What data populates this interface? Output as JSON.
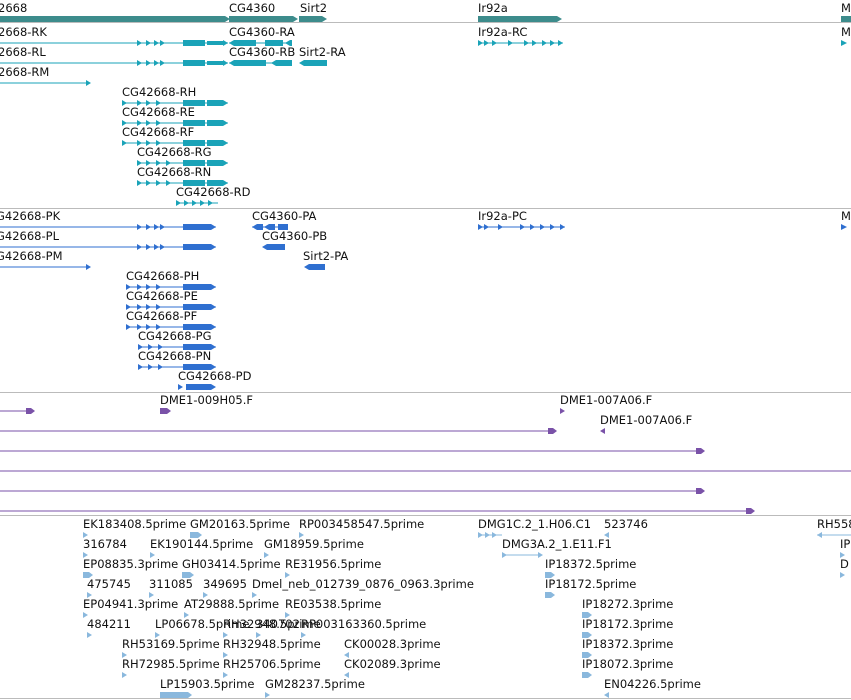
{
  "colors": {
    "gene": "#3d8c8c",
    "transcript_flybase": "#1aa3b8",
    "transcript_refseq": "#2f6fd0",
    "clone_end": "#7a52a8",
    "est": "#8ab8dd",
    "separator": "#bbbbbb",
    "label": "#111111"
  },
  "tracks": {
    "genes": {
      "features": [
        {
          "label": "2668",
          "strand": "+"
        },
        {
          "label": "CG4360",
          "strand": "+"
        },
        {
          "label": "Sirt2",
          "strand": "+"
        },
        {
          "label": "Ir92a",
          "strand": "+"
        },
        {
          "label": "M",
          "strand": "+"
        }
      ]
    },
    "transcripts_a": {
      "features": [
        {
          "label": "2668-RK",
          "strand": "+"
        },
        {
          "label": "CG4360-RA",
          "strand": "-"
        },
        {
          "label": "Ir92a-RC",
          "strand": "+"
        },
        {
          "label": "M",
          "strand": "+"
        },
        {
          "label": "2668-RL",
          "strand": "+"
        },
        {
          "label": "CG4360-RB",
          "strand": "-"
        },
        {
          "label": "Sirt2-RA",
          "strand": "-"
        },
        {
          "label": "2668-RM",
          "strand": "+"
        },
        {
          "label": "CG42668-RH",
          "strand": "+"
        },
        {
          "label": "CG42668-RE",
          "strand": "+"
        },
        {
          "label": "CG42668-RF",
          "strand": "+"
        },
        {
          "label": "CG42668-RG",
          "strand": "+"
        },
        {
          "label": "CG42668-RN",
          "strand": "+"
        },
        {
          "label": "CG42668-RD",
          "strand": "+"
        }
      ]
    },
    "transcripts_b": {
      "features": [
        {
          "label": "G42668-PK",
          "strand": "+"
        },
        {
          "label": "CG4360-PA",
          "strand": "-"
        },
        {
          "label": "Ir92a-PC",
          "strand": "+"
        },
        {
          "label": "M",
          "strand": "+"
        },
        {
          "label": "G42668-PL",
          "strand": "+"
        },
        {
          "label": "CG4360-PB",
          "strand": "-"
        },
        {
          "label": "G42668-PM",
          "strand": "+"
        },
        {
          "label": "Sirt2-PA",
          "strand": "-"
        },
        {
          "label": "CG42668-PH",
          "strand": "+"
        },
        {
          "label": "CG42668-PE",
          "strand": "+"
        },
        {
          "label": "CG42668-PF",
          "strand": "+"
        },
        {
          "label": "CG42668-PG",
          "strand": "+"
        },
        {
          "label": "CG42668-PN",
          "strand": "+"
        },
        {
          "label": "CG42668-PD",
          "strand": "+"
        }
      ]
    },
    "clones": {
      "features": [
        {
          "label": "",
          "strand": "+"
        },
        {
          "label": "DME1-009H05.F",
          "strand": "+"
        },
        {
          "label": "DME1-007A06.F",
          "strand": "+"
        },
        {
          "label": "DME1-007A06.F",
          "strand": "-"
        },
        {
          "label": "",
          "strand": "+"
        },
        {
          "label": "",
          "strand": "+"
        },
        {
          "label": "",
          "strand": "+"
        },
        {
          "label": "",
          "strand": "+"
        },
        {
          "label": "",
          "strand": "+"
        }
      ]
    },
    "ests": {
      "labels": [
        "EK183408.5prime",
        "GM20163.5prime",
        "RP003458547.5prime",
        "DMG1C.2_1.H06.C1",
        "523746",
        "RH558",
        "316784",
        "EK190144.5prime",
        "GM18959.5prime",
        "DMG3A.2_1.E11.F1",
        "IP",
        "EP08835.3prime",
        "GH03414.5prime",
        "RE31956.5prime",
        "IP18372.5prime",
        "D",
        "475745",
        "311085",
        "349695",
        "Dmel_neb_012739_0876_0963.3prime",
        "IP18172.5prime",
        "EP04941.3prime",
        "AT29888.5prime",
        "RE03538.5prime",
        "IP18272.3prime",
        "484211",
        "LP06678.5prime",
        "RH32948.5prime",
        "340702",
        "RP003163360.5prime",
        "IP18172.3prime",
        "RH53169.5prime",
        "RH32948.5prime",
        "CK00028.3prime",
        "IP18372.3prime",
        "RH72985.5prime",
        "RH25706.5prime",
        "CK02089.3prime",
        "IP18072.3prime",
        "LP15903.5prime",
        "GM28237.5prime",
        "EN04226.5prime"
      ]
    }
  }
}
